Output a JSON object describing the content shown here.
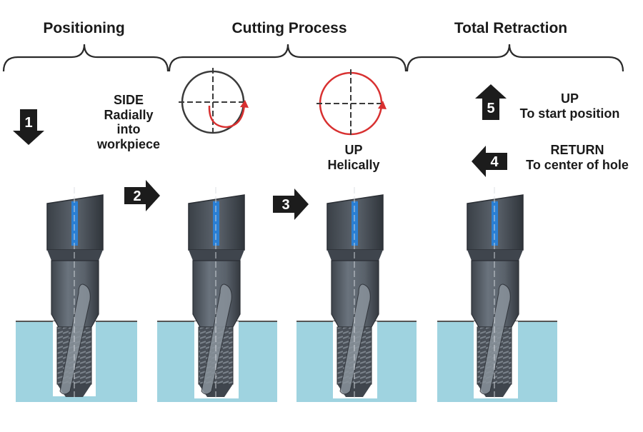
{
  "phases": {
    "positioning": "Positioning",
    "cutting": "Cutting Process",
    "retraction": "Total Retraction"
  },
  "steps": [
    {
      "number": "1",
      "direction": "down",
      "label_lines": []
    },
    {
      "number": "2",
      "direction": "right",
      "label_lines": [
        "SIDE",
        "Radially",
        "into",
        "workpiece"
      ]
    },
    {
      "number": "3",
      "direction": "right",
      "label_lines": [
        "UP",
        "Helically"
      ]
    },
    {
      "number": "4",
      "direction": "left",
      "label_lines": [
        "RETURN",
        "To center of hole"
      ]
    },
    {
      "number": "5",
      "direction": "up",
      "label_lines": [
        "UP",
        "To start position"
      ]
    }
  ],
  "colors": {
    "arrow_fill": "#1c1c1c",
    "circle_path_red": "#d83030",
    "circle_dark": "#3a3a3a",
    "workpiece": "#9fd3e0",
    "tool_body": "#5e6670",
    "tool_dark": "#3f454d",
    "coolant_mark": "#2a7fd4"
  }
}
